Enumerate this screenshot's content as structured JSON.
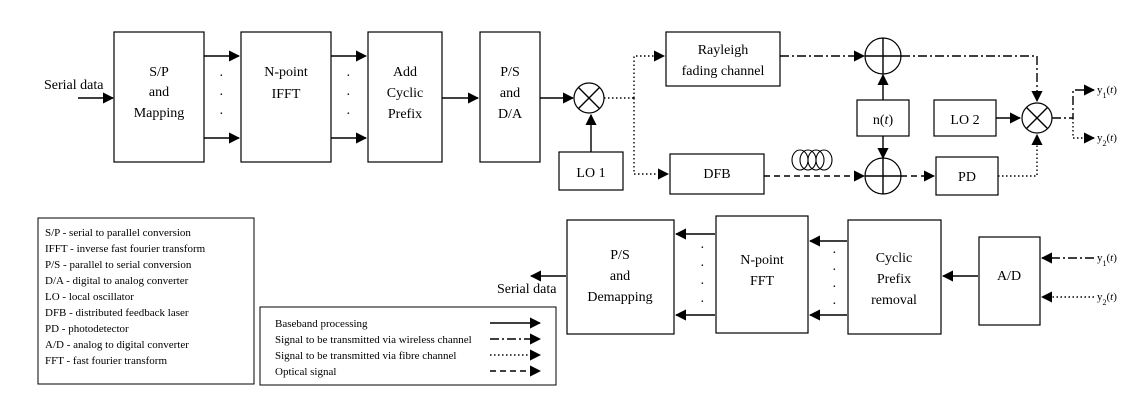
{
  "transmitter": {
    "input_label": "Serial data",
    "sp_block": [
      "S/P",
      "and",
      "Mapping"
    ],
    "ifft_block": [
      "N-point",
      "IFFT"
    ],
    "cp_block": [
      "Add",
      "Cyclic",
      "Prefix"
    ],
    "ps_block": [
      "P/S",
      "and",
      "D/A"
    ],
    "lo1": "LO 1",
    "rayleigh_block": [
      "Rayleigh",
      "fading channel"
    ],
    "dfb": "DFB",
    "noise": "n(t)",
    "lo2": "LO 2",
    "pd": "PD",
    "out_y1": "y1(t)",
    "out_y2": "y2(t)"
  },
  "receiver": {
    "in_y1": "y1(t)",
    "in_y2": "y2(t)",
    "ad": "A/D",
    "cp_removal_block": [
      "Cyclic",
      "Prefix",
      "removal"
    ],
    "fft_block": [
      "N-point",
      "FFT"
    ],
    "ps_block": [
      "P/S",
      "and",
      "Demapping"
    ],
    "output_label": "Serial data"
  },
  "abbreviations": [
    "S/P - serial to parallel conversion",
    "IFFT - inverse fast fourier transform",
    "P/S - parallel to serial conversion",
    "D/A - digital to analog converter",
    "LO - local oscillator",
    "DFB - distributed feedback laser",
    "PD - photodetector",
    "A/D - analog to digital converter",
    "FFT - fast fourier transform"
  ],
  "legend": [
    {
      "label": "Baseband processing",
      "style": "solid"
    },
    {
      "label": "Signal to be transmitted via wireless channel",
      "style": "dashdot"
    },
    {
      "label": "Signal to be transmitted via fibre channel",
      "style": "dotted"
    },
    {
      "label": "Optical signal",
      "style": "dashed"
    }
  ],
  "colors": {
    "line": "#000000",
    "background": "#ffffff"
  }
}
